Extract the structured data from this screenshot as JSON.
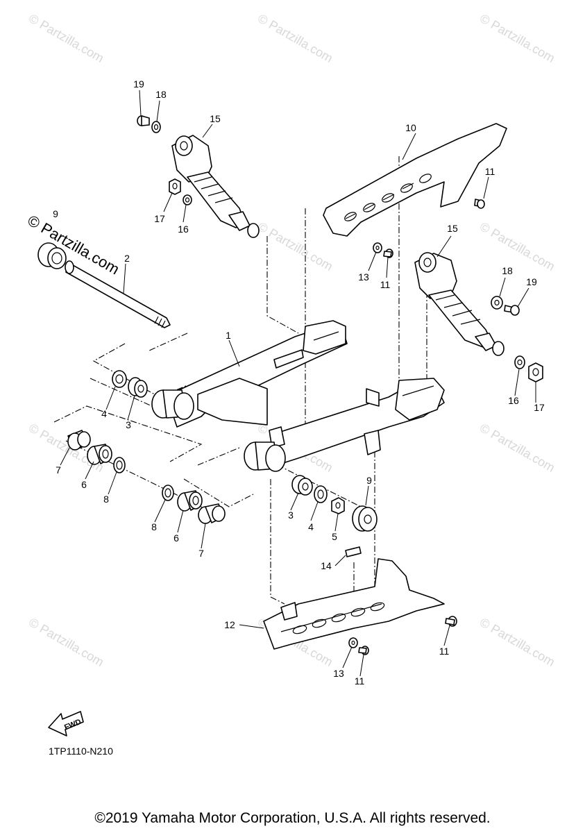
{
  "watermarks": [
    "© Partzilla.com",
    "© Partzilla.com",
    "© Partzilla.com",
    "© Partzilla.com",
    "© Partzilla.com",
    "© Partzilla.com",
    "© Partzilla.com",
    "© Partzilla.com",
    "© Partzilla.com"
  ],
  "watermark_main": "© Partzilla.com",
  "callouts": [
    "19",
    "18",
    "15",
    "17",
    "16",
    "9",
    "2",
    "10",
    "11",
    "13",
    "11",
    "15",
    "18",
    "19",
    "1",
    "4",
    "3",
    "16",
    "17",
    "7",
    "6",
    "8",
    "8",
    "6",
    "7",
    "3",
    "4",
    "5",
    "9",
    "14",
    "12",
    "11",
    "13",
    "11"
  ],
  "fwd_label": "FWD",
  "diagram_code": "1TP1110-N210",
  "copyright": "©2019 Yamaha Motor Corporation, U.S.A. All rights reserved."
}
